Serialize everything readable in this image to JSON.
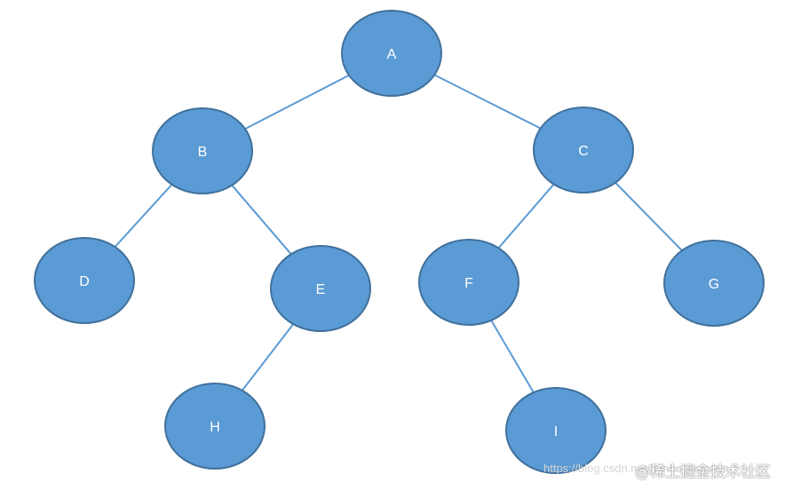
{
  "diagram": {
    "node_fill": "#5b9bd5",
    "node_stroke": "#41719c",
    "edge_color": "#5b9bd5",
    "label_color": "#ffffff",
    "nodes": [
      {
        "id": "A",
        "label": "A"
      },
      {
        "id": "B",
        "label": "B"
      },
      {
        "id": "C",
        "label": "C"
      },
      {
        "id": "D",
        "label": "D"
      },
      {
        "id": "E",
        "label": "E"
      },
      {
        "id": "F",
        "label": "F"
      },
      {
        "id": "G",
        "label": "G"
      },
      {
        "id": "H",
        "label": "H"
      },
      {
        "id": "I",
        "label": "I"
      }
    ],
    "edges": [
      [
        "A",
        "B"
      ],
      [
        "A",
        "C"
      ],
      [
        "B",
        "D"
      ],
      [
        "B",
        "E"
      ],
      [
        "C",
        "F"
      ],
      [
        "C",
        "G"
      ],
      [
        "E",
        "H"
      ],
      [
        "F",
        "I"
      ]
    ]
  },
  "watermark": {
    "text": "@稀土掘金技术社区",
    "faint_text": "https://blog.csdn.net/hanhaowanana"
  }
}
